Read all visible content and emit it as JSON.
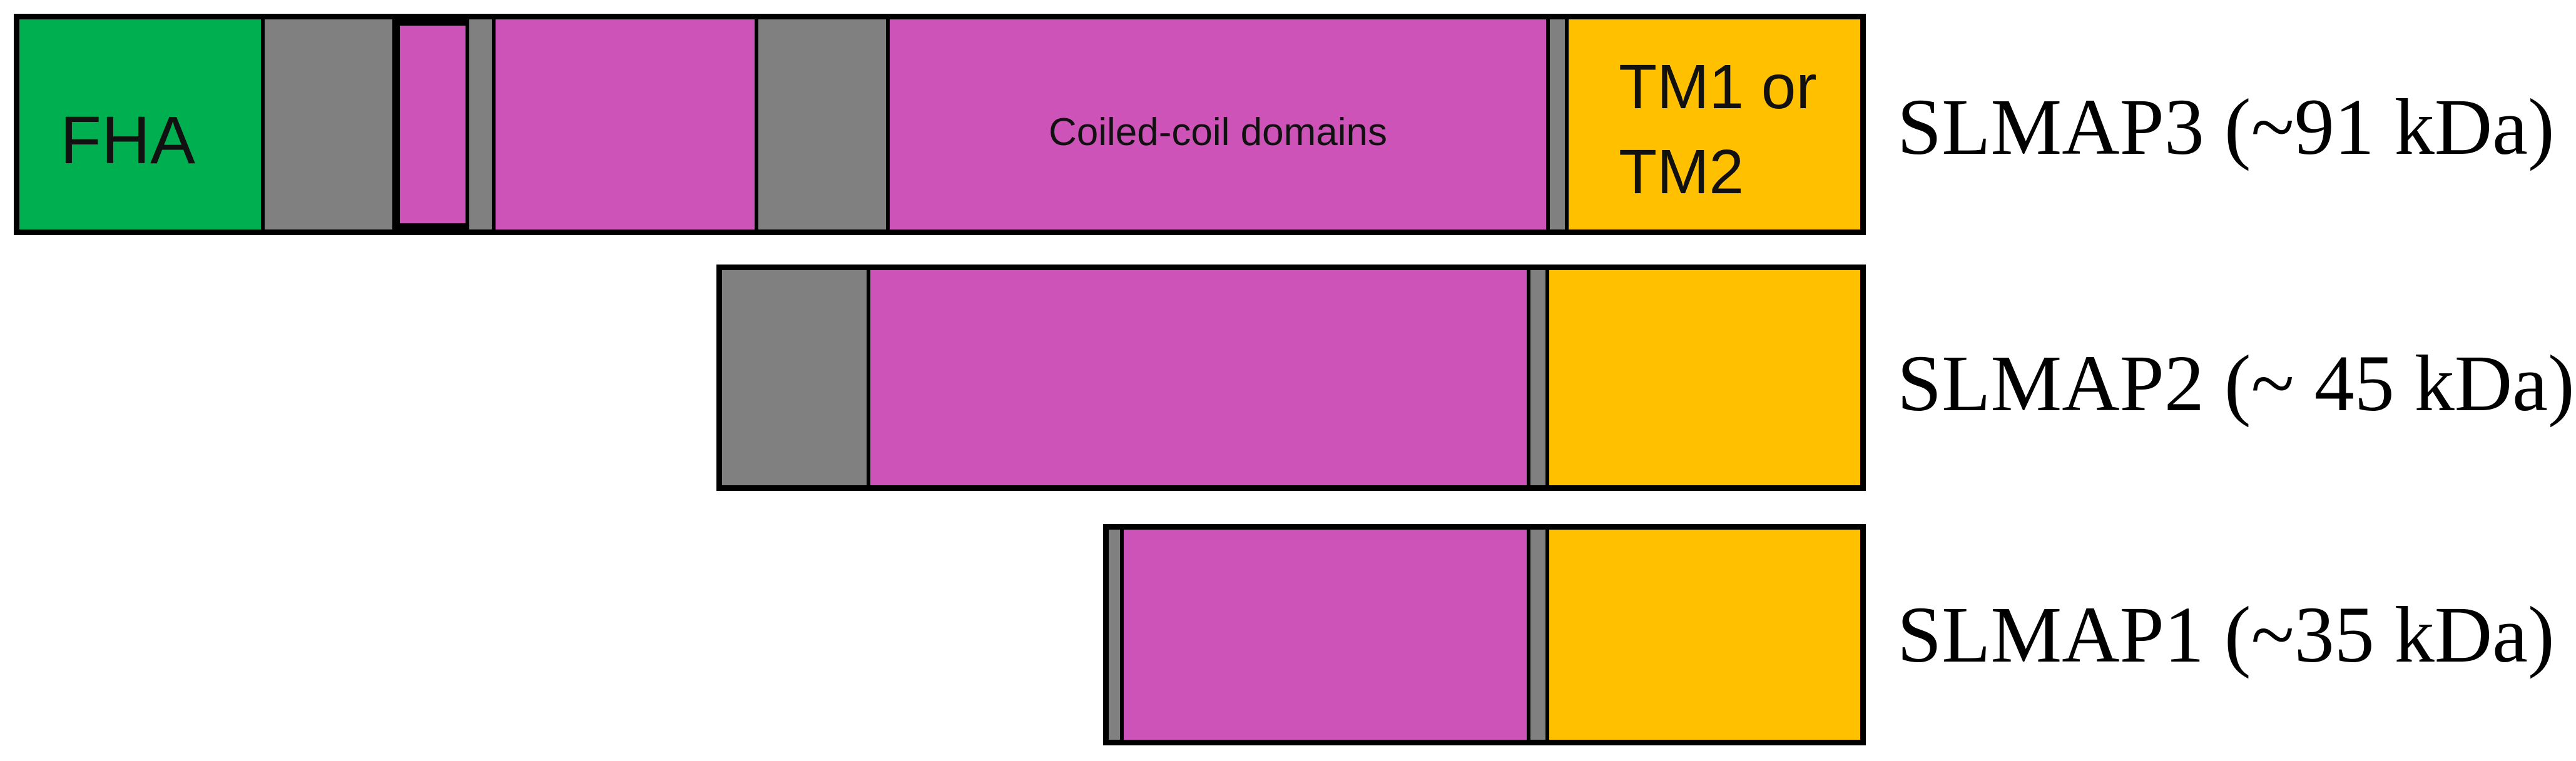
{
  "colors": {
    "fha": "#00b050",
    "spacer": "#808080",
    "coiled_coil": "#cd53b8",
    "transmembrane": "#ffc000",
    "outline": "#000000"
  },
  "isoforms": [
    {
      "label": "SLMAP3 (~91 kDa)",
      "segments": [
        {
          "type": "fha",
          "text": "FHA"
        },
        {
          "type": "spacer"
        },
        {
          "type": "coiled_coil"
        },
        {
          "type": "spacer"
        },
        {
          "type": "coiled_coil"
        },
        {
          "type": "spacer"
        },
        {
          "type": "coiled_coil",
          "text": "Coiled-coil domains"
        },
        {
          "type": "spacer"
        },
        {
          "type": "transmembrane",
          "text_line1": "TM1 or",
          "text_line2": "TM2"
        }
      ]
    },
    {
      "label": "SLMAP2 (~ 45 kDa)",
      "segments": [
        {
          "type": "spacer"
        },
        {
          "type": "coiled_coil"
        },
        {
          "type": "spacer"
        },
        {
          "type": "transmembrane"
        }
      ]
    },
    {
      "label": "SLMAP1 (~35 kDa)",
      "segments": [
        {
          "type": "spacer"
        },
        {
          "type": "coiled_coil"
        },
        {
          "type": "spacer"
        },
        {
          "type": "transmembrane"
        }
      ]
    }
  ]
}
